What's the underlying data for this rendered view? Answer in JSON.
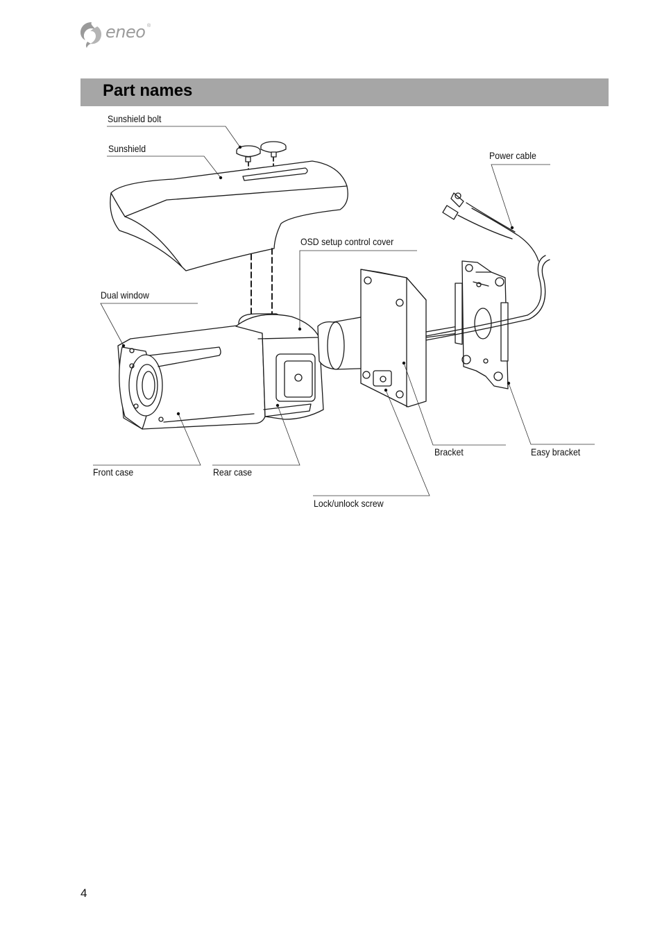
{
  "header": {
    "logo_icon": "eneo-swirl-icon",
    "logo_text": "eneo",
    "logo_mark": "®"
  },
  "section": {
    "title": "Part names"
  },
  "figure": {
    "labels": {
      "sunshield_bolt": "Sunshield bolt",
      "sunshield": "Sunshield",
      "power_cable": "Power cable",
      "osd_setup_control_cover": "OSD setup control cover",
      "dual_window": "Dual window",
      "bracket": "Bracket",
      "easy_bracket": "Easy bracket",
      "front_case": "Front case",
      "rear_case": "Rear case",
      "lock_unlock_screw": "Lock/unlock screw"
    }
  },
  "footer": {
    "page_number": "4"
  }
}
